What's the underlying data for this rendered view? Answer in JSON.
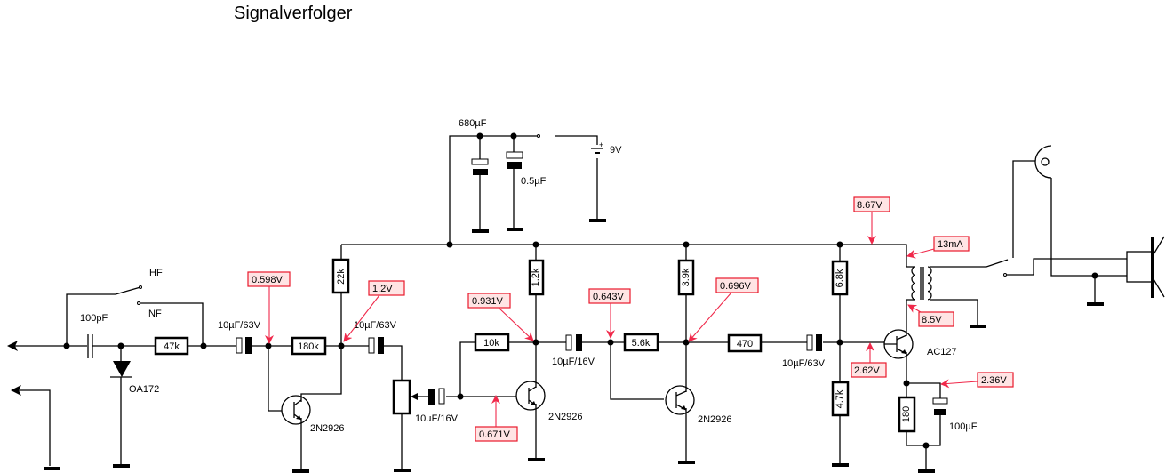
{
  "title": "Signalverfolger",
  "switch_labels": {
    "hf": "HF",
    "nf": "NF"
  },
  "components": {
    "c_100pf": "100pF",
    "diode": "OA172",
    "r_47k": "47k",
    "c1": "10µF/63V",
    "r_180k": "180k",
    "r_22k": "22k",
    "c2": "10µF/63V",
    "q1": "2N2926",
    "c3": "10µF/16V",
    "r_10k": "10k",
    "r_1_2k": "1.2k",
    "q2": "2N2926",
    "c4": "10µF/16V",
    "r_5_6k": "5.6k",
    "r_3_9k": "3.9k",
    "q3": "2N2926",
    "r_470": "470",
    "c5": "10µF/63V",
    "r_6_8k": "6.8k",
    "r_4_7k": "4.7k",
    "q4": "AC127",
    "r_180": "180",
    "c_100uf": "100µF",
    "c_680uf": "680µF",
    "c_0_5uf": "0.5µF",
    "battery": "9V",
    "battery_plus": "+"
  },
  "measurements": {
    "m1": "0.598V",
    "m2": "1.2V",
    "m3": "0.931V",
    "m4": "0.671V",
    "m5": "0.643V",
    "m6": "0.696V",
    "m7": "8.67V",
    "m8": "13mA",
    "m9": "8.5V",
    "m10": "2.62V",
    "m11": "2.36V"
  },
  "colors": {
    "annotation_border": "#e8192c",
    "annotation_fill": "#ffe4e4",
    "annotation_arrow": "#f0284a"
  }
}
